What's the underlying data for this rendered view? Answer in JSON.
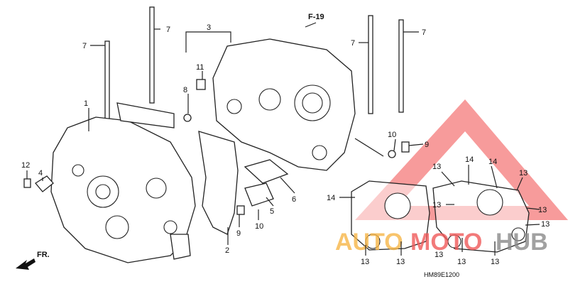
{
  "diagram": {
    "title_ref": "F-19",
    "code": "HM89E1200",
    "front_marker": "FR.",
    "watermark": "AUTOMOTOHUB",
    "watermark_colors": {
      "triangle": "#f05a5a",
      "auto": "#f7b648",
      "moto": "#f05a5a",
      "hub": "#8a8a8a"
    },
    "callouts": [
      "7",
      "7",
      "3",
      "7",
      "7",
      "11",
      "8",
      "1",
      "10",
      "9",
      "12",
      "4",
      "14",
      "14",
      "13",
      "13",
      "14",
      "13",
      "13",
      "6",
      "5",
      "13",
      "9",
      "10",
      "2",
      "13",
      "13",
      "13",
      "13",
      "13"
    ]
  }
}
